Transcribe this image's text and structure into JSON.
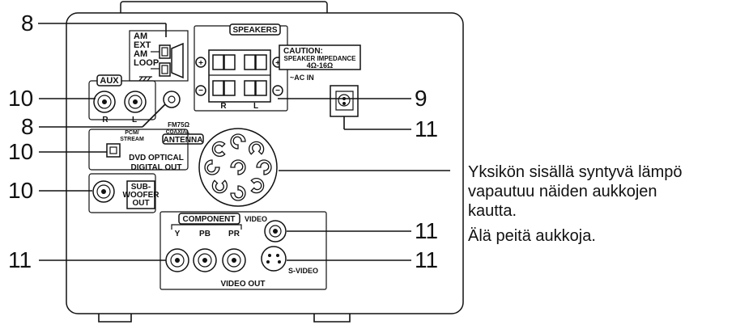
{
  "callouts": {
    "c8a": "8",
    "c10a": "10",
    "c8b": "8",
    "c10b": "10",
    "c10c": "10",
    "c11a": "11",
    "c9": "9",
    "c11b": "11",
    "c11c": "11",
    "c11d": "11"
  },
  "panel": {
    "am_ext": "AM",
    "ext": "EXT",
    "am_loop": "AM",
    "loop": "LOOP",
    "aux": "AUX",
    "aux_r": "R",
    "aux_l": "L",
    "fm_label": "FM75Ω",
    "coaxial": "COAXIAL",
    "antenna": "ANTENNA",
    "speakers": "SPEAKERS",
    "caution": "CAUTION:",
    "impedance_line": "SPEAKER IMPEDANCE",
    "impedance_value": "4Ω-16Ω",
    "spk_r": "R",
    "spk_l": "L",
    "ac_in": "~AC IN",
    "pcm": "PCM/",
    "stream": "STREAM",
    "dvd_optical": "DVD OPTICAL",
    "digital_out": "DIGITAL OUT",
    "sub": "SUB-",
    "woofer": "WOOFER",
    "out": "OUT",
    "component": "COMPONENT",
    "y": "Y",
    "pb": "PB",
    "pr": "PR",
    "video": "VIDEO",
    "s_video": "S-VIDEO",
    "video_out": "VIDEO  OUT"
  },
  "caption": {
    "line1": "Yksikön sisällä syntyvä lämpö",
    "line2": "vapautuu näiden aukkojen",
    "line3": "kautta.",
    "line4": "Älä peitä aukkoja."
  }
}
